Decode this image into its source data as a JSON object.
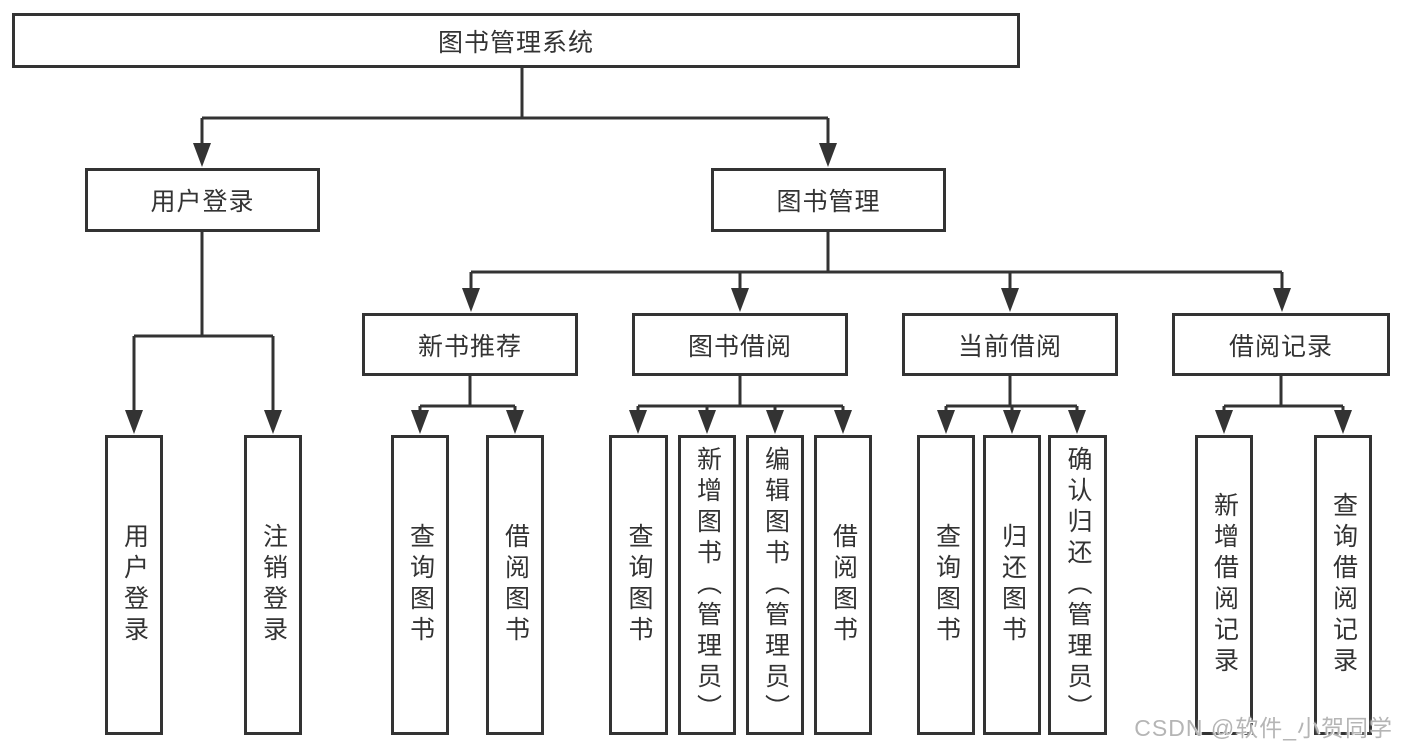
{
  "diagram": {
    "title": "图书管理系统",
    "watermark": "CSDN @软件_小贺同学",
    "colors": {
      "line": "#333333",
      "text": "#333333",
      "background": "#ffffff",
      "watermark": "#b5b5b5"
    },
    "nodes": {
      "root": "图书管理系统",
      "user_login": "用户登录",
      "book_management": "图书管理",
      "new_book_recommend": "新书推荐",
      "book_borrow": "图书借阅",
      "current_borrow": "当前借阅",
      "borrow_records": "借阅记录",
      "leaf_user_login": "用户登录",
      "leaf_logout": "注销登录",
      "leaf_query_book_1": "查询图书",
      "leaf_borrow_book_1": "借阅图书",
      "leaf_query_book_2": "查询图书",
      "leaf_add_book": "新增图书（管理员）",
      "leaf_edit_book": "编辑图书（管理员）",
      "leaf_borrow_book_2": "借阅图书",
      "leaf_query_book_3": "查询图书",
      "leaf_return_book": "归还图书",
      "leaf_confirm_return": "确认归还（管理员）",
      "leaf_add_borrow_record": "新增借阅记录",
      "leaf_query_borrow_record": "查询借阅记录"
    }
  }
}
